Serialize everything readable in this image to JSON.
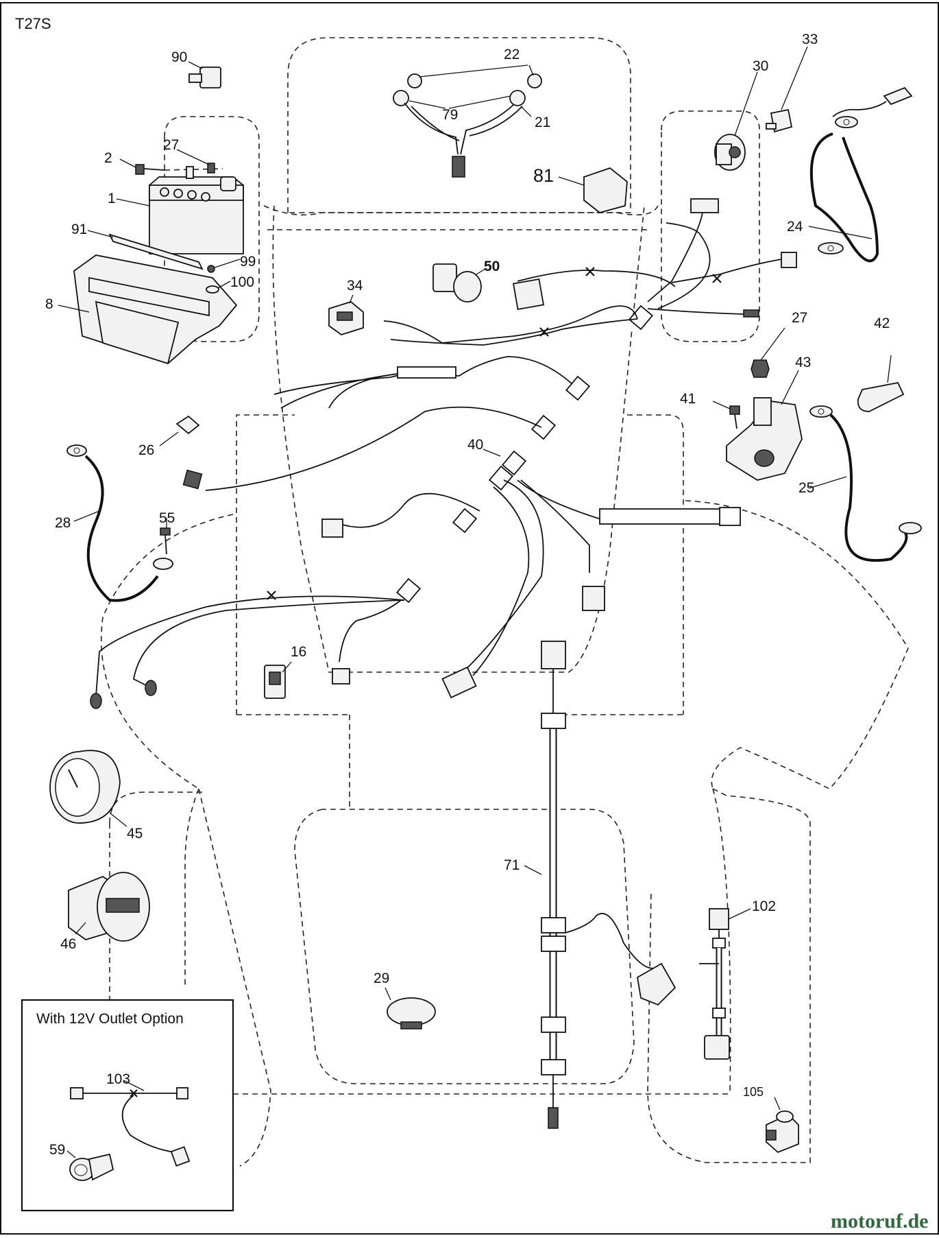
{
  "diagram": {
    "model_code": "T27S",
    "watermark": "motoruf.de",
    "inset_title": "With 12V Outlet Option",
    "callouts": {
      "c90": "90",
      "c22": "22",
      "c79": "79",
      "c21": "21",
      "c30": "30",
      "c33": "33",
      "c2": "2",
      "c27a": "27",
      "c1": "1",
      "c91": "91",
      "c99": "99",
      "c100": "100",
      "c8": "8",
      "c81": "81",
      "c24": "24",
      "c50": "50",
      "c34": "34",
      "c27b": "27",
      "c42": "42",
      "c43": "43",
      "c41": "41",
      "c26": "26",
      "c40": "40",
      "c25": "25",
      "c28": "28",
      "c55": "55",
      "c16": "16",
      "c45": "45",
      "c46": "46",
      "c71": "71",
      "c102": "102",
      "c29": "29",
      "c103": "103",
      "c59": "59",
      "c105": "105"
    }
  }
}
